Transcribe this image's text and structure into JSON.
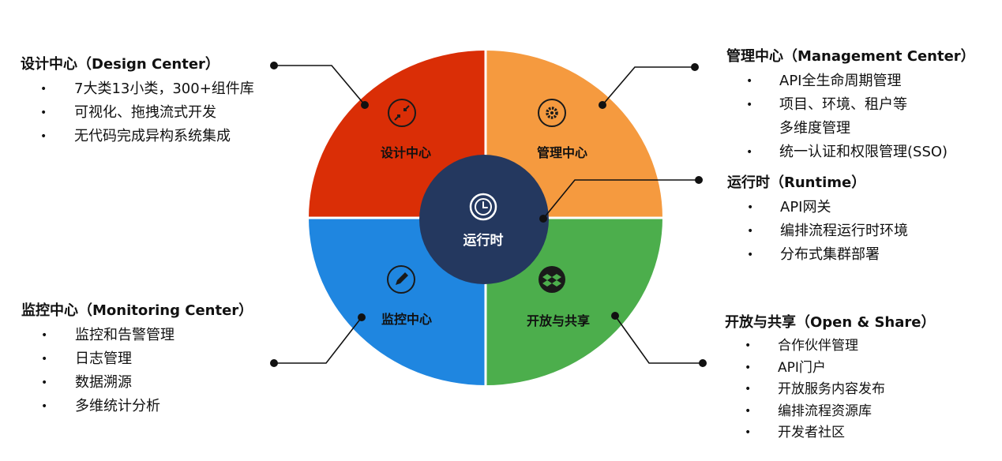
{
  "center": {
    "label": "运行时",
    "icon": "clock-icon"
  },
  "segments": {
    "design": {
      "label": "设计中心",
      "color": "#da2e06",
      "icon": "arrows-in-icon"
    },
    "management": {
      "label": "管理中心",
      "color": "#f59a3f",
      "icon": "gear-icon"
    },
    "monitoring": {
      "label": "监控中心",
      "color": "#1f86e0",
      "icon": "pencil-icon"
    },
    "open": {
      "label": "开放与共享",
      "color": "#4cae4c",
      "icon": "dropbox-icon"
    }
  },
  "center_color": "#24385f",
  "panels": {
    "design": {
      "title": "设计中心（Design Center）",
      "items": [
        "7大类13小类，300+组件库",
        "可视化、拖拽流式开发",
        "无代码完成异构系统集成"
      ]
    },
    "management": {
      "title": "管理中心（Management Center）",
      "items": [
        "API全生命周期管理",
        "项目、环境、租户等多维度管理",
        "统一认证和权限管理(SSO)"
      ]
    },
    "runtime": {
      "title": "运行时（Runtime）",
      "items": [
        "API网关",
        "编排流程运行时环境",
        "分布式集群部署"
      ]
    },
    "monitoring": {
      "title": "监控中心（Monitoring Center）",
      "items": [
        "监控和告警管理",
        "日志管理",
        "数据溯源",
        "多维统计分析"
      ]
    },
    "open": {
      "title": "开放与共享（Open & Share）",
      "items": [
        "合作伙伴管理",
        "API门户",
        "开放服务内容发布",
        "编排流程资源库",
        "开发者社区"
      ]
    }
  }
}
